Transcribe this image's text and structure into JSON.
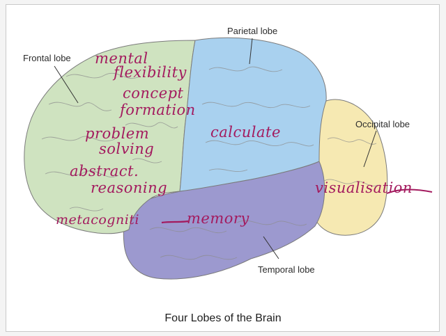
{
  "diagram": {
    "caption": "Four Lobes of the Brain",
    "lobes": {
      "frontal": {
        "label": "Frontal lobe",
        "color": "#cfe3c0"
      },
      "parietal": {
        "label": "Parietal lobe",
        "color": "#a9d1ef"
      },
      "occipital": {
        "label": "Occipital lobe",
        "color": "#f6e9b2"
      },
      "temporal": {
        "label": "Temporal lobe",
        "color": "#9c99cf"
      }
    },
    "annotation_color": "#a31a5e",
    "annotations": {
      "mental": "mental",
      "flexibility": "flexibility",
      "concept": "concept",
      "formation": "formation",
      "problem": "problem",
      "solving": "solving",
      "abstract": "abstract.",
      "reasoning": "reasoning",
      "metacognition": "metacogniti",
      "memory": "memory",
      "calculate": "calculate",
      "visualisation": "visualisation"
    }
  }
}
